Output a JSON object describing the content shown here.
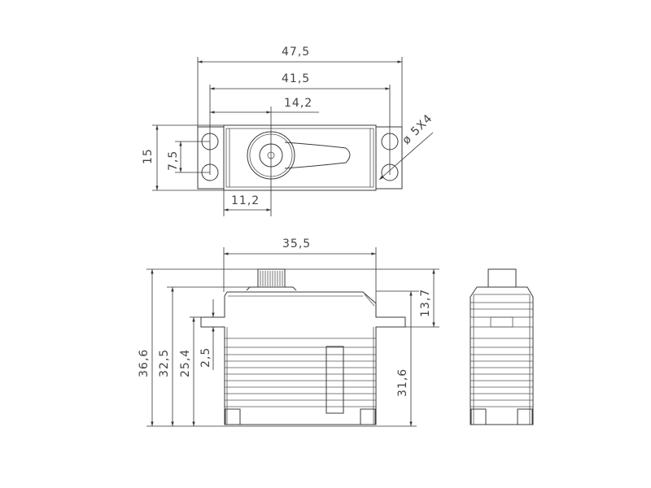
{
  "diagram": {
    "type": "servo dimensional drawing",
    "top_view": {
      "dimensions": {
        "overall_length": "47,5",
        "mount_hole_spacing": "41,5",
        "hole_to_shaft": "14,2",
        "height": "15",
        "hole_pitch": "7,5",
        "body_to_shaft": "11,2",
        "hole_diameter": "ø 5X4"
      }
    },
    "side_view": {
      "dimensions": {
        "body_length": "35,5",
        "total_height": "36,6",
        "height_to_case_top": "32,5",
        "height_to_flange": "25,4",
        "flange_thickness": "2,5",
        "above_flange": "13,7",
        "case_height": "31,6"
      }
    },
    "end_view": {}
  },
  "colors": {
    "line": "#3a3a3a",
    "text": "#444444",
    "background": "#ffffff"
  }
}
